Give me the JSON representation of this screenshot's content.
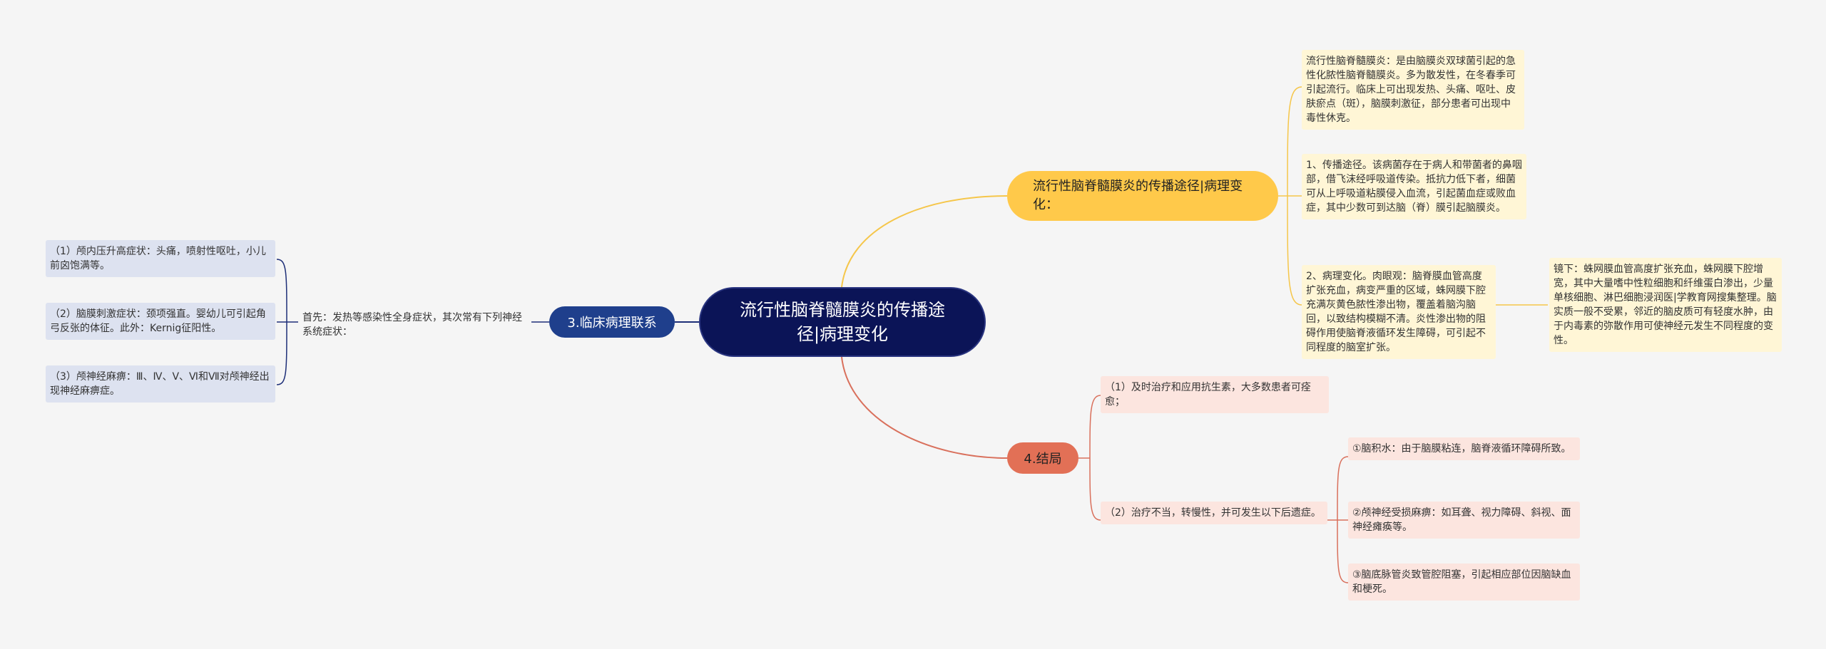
{
  "colors": {
    "root_fill": "#0b1457",
    "yellow_branch": "#ffc94a",
    "yellow_leaf": "#fff6d6",
    "yellow_line": "#f5c64a",
    "red_branch": "#e27056",
    "red_leaf": "#fce5df",
    "red_line": "#d9705c",
    "navy_branch": "#1f3f8c",
    "blue_leaf": "#dde2f0",
    "navy_line": "#1e2f78"
  },
  "root": {
    "label": "流行性脑脊髓膜炎的传播途径|病理变化"
  },
  "branch_transmission": {
    "label": "流行性脑脊髓膜炎的传播途径|病理变化：",
    "items": [
      {
        "text": "流行性脑脊髓膜炎：是由脑膜炎双球菌引起的急性化脓性脑脊髓膜炎。多为散发性，在冬春季可引起流行。临床上可出现发热、头痛、呕吐、皮肤瘀点（斑），脑膜刺激征，部分患者可出现中毒性休克。"
      },
      {
        "text": "1、传播途径。该病菌存在于病人和带菌者的鼻咽部，借飞沫经呼吸道传染。抵抗力低下者，细菌可从上呼吸道粘膜侵入血流，引起菌血症或败血症，其中少数可到达脑（脊）膜引起脑膜炎。"
      },
      {
        "text": "2、病理变化。肉眼观：脑脊膜血管高度扩张充血，病变严重的区域，蛛网膜下腔充满灰黄色脓性渗出物，覆盖着脑沟脑回，以致结构模糊不清。炎性渗出物的阻碍作用使脑脊液循环发生障碍，可引起不同程度的脑室扩张。"
      }
    ],
    "microscope": "镜下：蛛网膜血管高度扩张充血，蛛网膜下腔增宽，其中大量嗜中性粒细胞和纤维蛋白渗出，少量单核细胞、淋巴细胞浸润医|学教育网搜集整理。脑实质一般不受累，邻近的脑皮质可有轻度水肿，由于内毒素的弥散作用可使神经元发生不同程度的变性。"
  },
  "branch_clinical": {
    "label": "3.临床病理联系",
    "intro": "首先：发热等感染性全身症状，其次常有下列神经系统症状：",
    "items": [
      {
        "text": "（1）颅内压升高症状：头痛，喷射性呕吐，小儿前囟饱满等。"
      },
      {
        "text": "（2）脑膜刺激症状：颈项强直。婴幼儿可引起角弓反张的体征。此外：Kernig征阳性。"
      },
      {
        "text": "（3）颅神经麻痹：Ⅲ、Ⅳ、Ⅴ、Ⅵ和Ⅶ对颅神经出现神经麻痹症。"
      }
    ]
  },
  "branch_outcome": {
    "label": "4.结局",
    "items": [
      {
        "text": "（1）及时治疗和应用抗生素，大多数患者可痊愈；"
      },
      {
        "text": "（2）治疗不当，转慢性，并可发生以下后遗症。"
      }
    ],
    "sequelae": [
      {
        "text": "①脑积水：由于脑膜粘连，脑脊液循环障碍所致。"
      },
      {
        "text": "②颅神经受损麻痹：如耳聋、视力障碍、斜视、面神经瘫痪等。"
      },
      {
        "text": "③脑底脉管炎致管腔阻塞，引起相应部位因脑缺血和梗死。"
      }
    ]
  }
}
